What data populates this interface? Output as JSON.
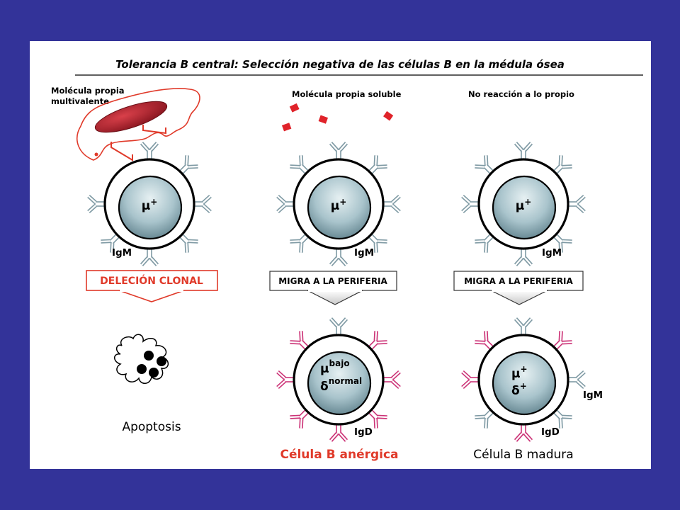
{
  "title": "Tolerancia B central: Selección negativa de las células B en la médula ósea",
  "panels": [
    {
      "label": "Molécula propia multivalente",
      "label_lines": [
        "Molécula propia",
        "multivalente"
      ],
      "nucleus": "μ",
      "nucleus_sup": "+",
      "receptor": "IgM",
      "arrow_label": "DELECIÓN CLONAL",
      "result_caption": "Apoptosis"
    },
    {
      "label": "Molécula propia soluble",
      "nucleus": "μ",
      "nucleus_sup": "+",
      "receptor": "IgM",
      "arrow_label": "MIGRA A LA PERIFERIA",
      "result_nucleus_lines": [
        {
          "base": "μ",
          "sup": "bajo"
        },
        {
          "base": "δ",
          "sup": "normal"
        }
      ],
      "result_receptor": "IgD",
      "result_caption": "Célula B anérgica"
    },
    {
      "label": "No reacción a lo propio",
      "nucleus": "μ",
      "nucleus_sup": "+",
      "receptor": "IgM",
      "arrow_label": "MIGRA A LA PERIFERIA",
      "result_nucleus_lines": [
        {
          "base": "μ",
          "sup": "+"
        },
        {
          "base": "δ",
          "sup": "+"
        }
      ],
      "result_receptors": [
        "IgM",
        "IgD"
      ],
      "result_caption": "Célula B madura"
    }
  ],
  "colors": {
    "background": "#333399",
    "red_accent": "#e03a2a",
    "antigen": "#b8202a",
    "igm_receptor": "#7f9aa4",
    "igd_receptor": "#cc3377",
    "nucleus_fill": "#a9c4cc"
  }
}
